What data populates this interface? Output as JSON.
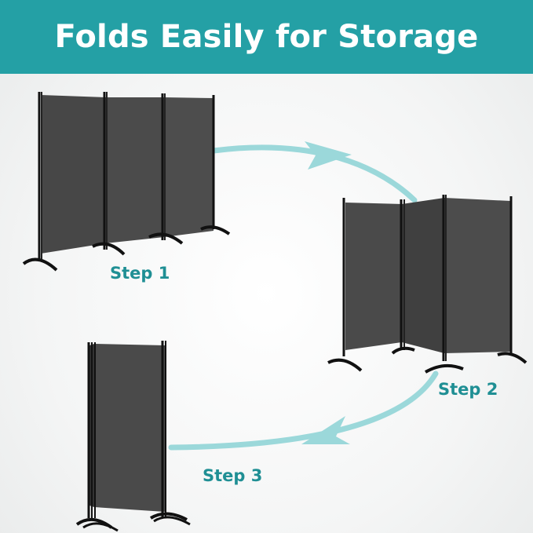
{
  "banner": {
    "title": "Folds Easily for Storage",
    "background_color": "#24a0a5",
    "text_color": "#ffffff"
  },
  "steps": [
    {
      "label": "Step 1"
    },
    {
      "label": "Step 2"
    },
    {
      "label": "Step 3"
    }
  ],
  "colors": {
    "arrow": "#9bd8da",
    "label": "#1f8f94",
    "panel_fabric": "#4a4a4a",
    "frame": "#111111"
  },
  "icons": [
    "curved-arrow-icon",
    "room-divider-icon"
  ]
}
